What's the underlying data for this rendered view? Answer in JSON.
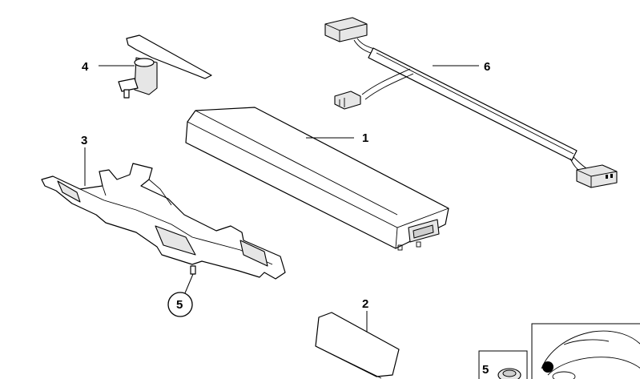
{
  "callouts": {
    "c1": "1",
    "c2": "2",
    "c3": "3",
    "c4": "4",
    "c5_circled": "5",
    "c5_inset": "5",
    "c6": "6"
  },
  "colors": {
    "line": "#000000",
    "shade": "#e6e6e6",
    "background": "#ffffff"
  }
}
